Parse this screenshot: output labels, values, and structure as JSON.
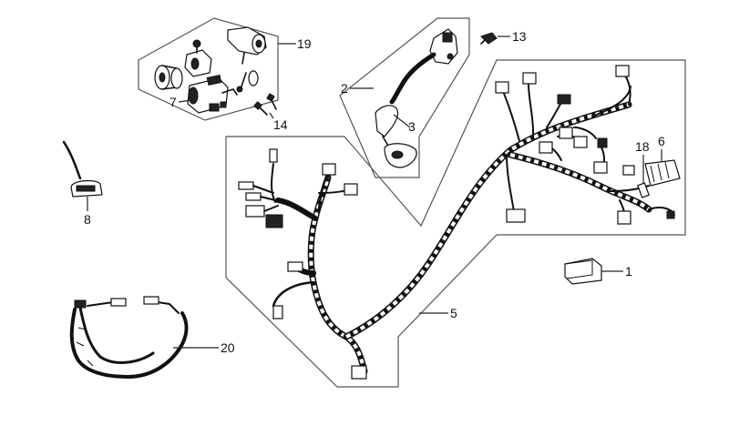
{
  "callouts": {
    "p1": "1",
    "p2": "2",
    "p3": "3",
    "p5": "5",
    "p6": "6",
    "p7": "7",
    "p8": "8",
    "p13": "13",
    "p14": "14",
    "p18": "18",
    "p19": "19",
    "p20": "20"
  }
}
